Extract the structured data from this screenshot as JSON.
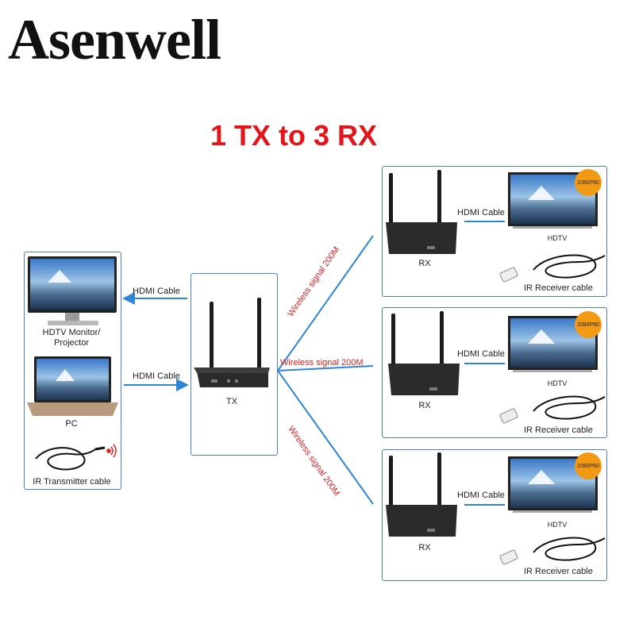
{
  "brand": "Asenwell",
  "title": "1 TX to 3 RX",
  "source": {
    "monitor_label": "HDTV Monitor/\nProjector",
    "pc_label": "PC",
    "ir_label": "IR Transmitter cable"
  },
  "links": {
    "hdmi_out": "HDMI Cable",
    "hdmi_in": "HDMI Cable"
  },
  "tx": {
    "label": "TX"
  },
  "wireless": [
    "Wireless signal 200M",
    "Wireless signal 200M",
    "Wireless signal 200M"
  ],
  "receivers": [
    {
      "rx_label": "RX",
      "cable_label": "HDMI Cable",
      "tv_label": "HDTV",
      "badge": "1080P60",
      "ir_label": "IR Receiver cable"
    },
    {
      "rx_label": "RX",
      "cable_label": "HDMI Cable",
      "tv_label": "HDTV",
      "badge": "1080P60",
      "ir_label": "IR Receiver cable"
    },
    {
      "rx_label": "RX",
      "cable_label": "HDMI Cable",
      "tv_label": "HDTV",
      "badge": "1080P60",
      "ir_label": "IR Receiver cable"
    }
  ],
  "colors": {
    "panel_border": "#4a7fc1",
    "arrow": "#2f86d6",
    "title": "#e3151a",
    "badge": "#f39a14",
    "wireless_text": "#d62020"
  }
}
